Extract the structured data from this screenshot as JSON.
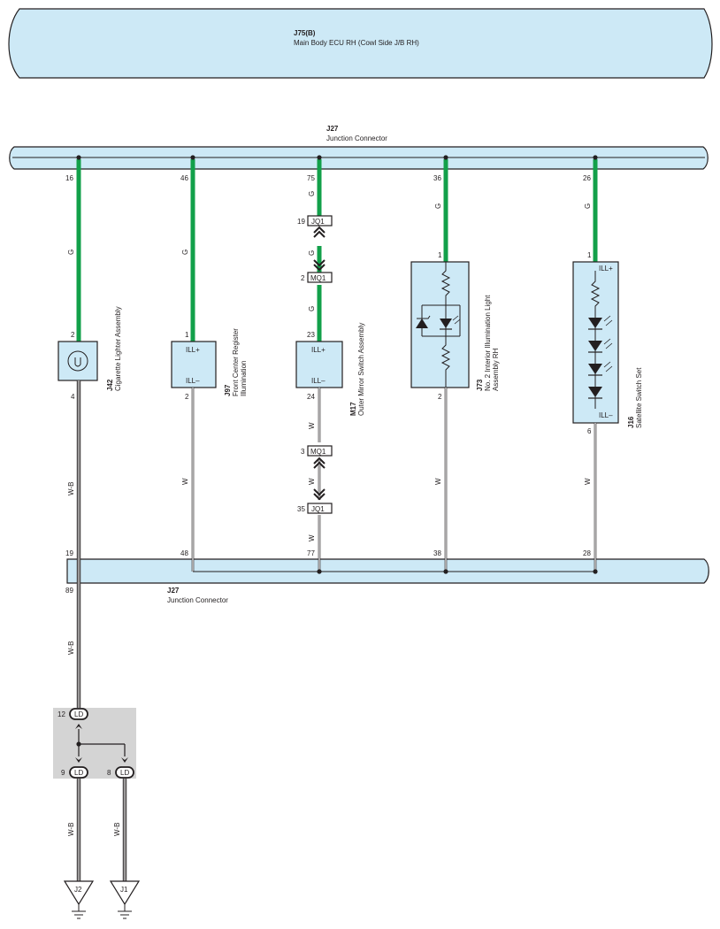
{
  "ecu": {
    "id": "J75(B)",
    "name": "Main Body ECU RH (Cowl Side J/B RH)"
  },
  "junction_top": {
    "id": "J27",
    "name": "Junction Connector"
  },
  "junction_bottom": {
    "id": "J27",
    "name": "Junction Connector"
  },
  "circuits": [
    {
      "top_pin": "16",
      "comp_pin_in": "2",
      "comp_pin_out": "4",
      "bottom_pin": "19",
      "wire_top": "G",
      "wire_bottom": "W-B",
      "comp_id": "J42",
      "comp_name": "Cigarette Lighter Assembly"
    },
    {
      "top_pin": "46",
      "comp_pin_in": "1",
      "comp_pin_out": "2",
      "bottom_pin": "48",
      "wire_top": "G",
      "wire_bottom": "W",
      "comp_id": "J97",
      "comp_name_1": "Front Center Register",
      "comp_name_2": "Illumination",
      "ill_plus": "ILL+",
      "ill_minus": "ILL–"
    },
    {
      "top_pin": "75",
      "comp_pin_in": "23",
      "comp_pin_out": "24",
      "bottom_pin": "77",
      "wire_top": "G",
      "wire_bottom": "W",
      "comp_id": "M17",
      "comp_name": "Outer Mirror Switch Assembly",
      "ill_plus": "ILL+",
      "ill_minus": "ILL–",
      "conn_a_pin": "19",
      "conn_a": "JQ1",
      "conn_b_pin": "2",
      "conn_b": "MQ1",
      "conn_c_pin": "3",
      "conn_c": "MQ1",
      "conn_d_pin": "35",
      "conn_d": "JQ1"
    },
    {
      "top_pin": "36",
      "comp_pin_in": "1",
      "comp_pin_out": "2",
      "bottom_pin": "38",
      "wire_top": "G",
      "wire_bottom": "W",
      "comp_id": "J73",
      "comp_name_1": "No. 2 Interior Illumination Light",
      "comp_name_2": "Assembly RH"
    },
    {
      "top_pin": "26",
      "comp_pin_in": "1",
      "comp_pin_out": "6",
      "bottom_pin": "28",
      "wire_top": "G",
      "wire_bottom": "W",
      "comp_id": "J16",
      "comp_name": "Satellite Switch Set",
      "ill_plus": "ILL+",
      "ill_minus": "ILL–"
    }
  ],
  "ground_path": {
    "bottom_out_pin": "89",
    "wire": "W-B",
    "ld_in_pin": "12",
    "ld_label": "LD",
    "ld_out1_pin": "9",
    "ld_out2_pin": "8",
    "wire_g1": "W-B",
    "wire_g2": "W-B",
    "ground_1": "J2",
    "ground_2": "J1"
  },
  "colors": {
    "wire_green": "#12a04a",
    "component_fill": "#cde9f6",
    "splice_fill": "#d4d4d4"
  }
}
